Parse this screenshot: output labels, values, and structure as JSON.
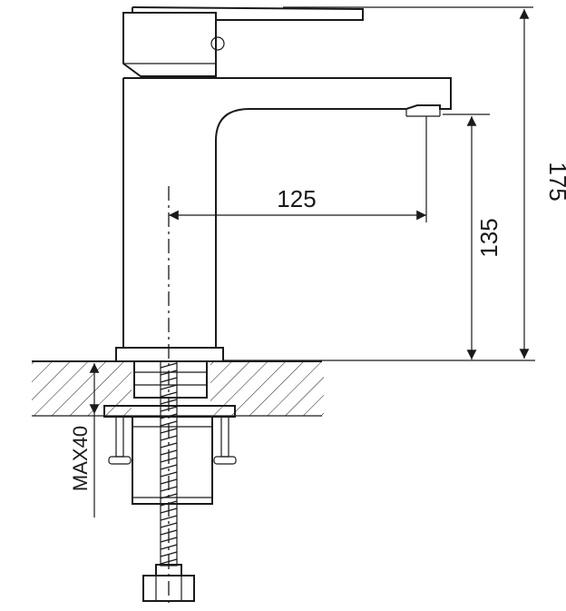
{
  "dimensions": {
    "spout_reach": "125",
    "spout_height": "135",
    "total_height": "175",
    "deck_thickness": "MAX40"
  }
}
